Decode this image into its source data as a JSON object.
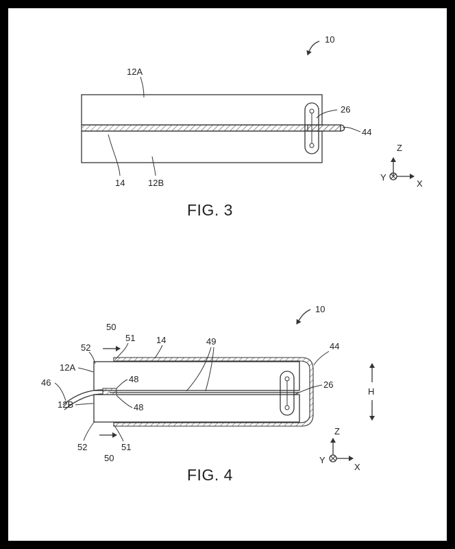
{
  "fig3": {
    "caption": "FIG. 3",
    "ref_assembly": "10",
    "ref_upper_plate": "12A",
    "ref_lower_plate": "12B",
    "ref_layer": "14",
    "ref_clamp": "26",
    "ref_edge": "44",
    "axes": {
      "z": "Z",
      "y": "Y",
      "x": "X"
    }
  },
  "fig4": {
    "caption": "FIG. 4",
    "ref_assembly": "10",
    "ref_upper_plate": "12A",
    "ref_lower_plate": "12B",
    "ref_layer": "14",
    "ref_clamp": "26",
    "ref_edge": "44",
    "ref_tail": "46",
    "ref_bond_top": "48",
    "ref_bond_bottom": "48",
    "ref_fold": "49",
    "ref_arrow_top": "50",
    "ref_arrow_bottom": "50",
    "ref_corner_top": "51",
    "ref_corner_bottom": "51",
    "ref_face_top": "52",
    "ref_face_bottom": "52",
    "ref_height": "H",
    "axes": {
      "z": "Z",
      "y": "Y",
      "x": "X"
    }
  }
}
